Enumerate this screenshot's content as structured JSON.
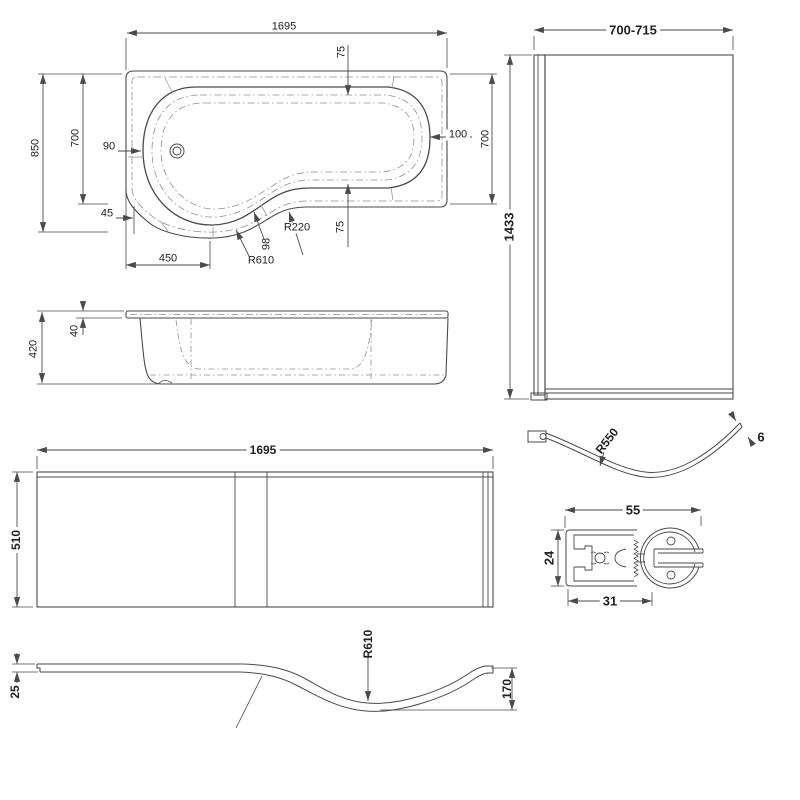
{
  "colors": {
    "background": "#ffffff",
    "object_line": "#4a4a4a",
    "dimension_line": "#555555",
    "centerline": "#909090",
    "text": "#222222"
  },
  "views": {
    "bath_plan": {
      "length": "1695",
      "rim_top": "75",
      "overall_width": "850",
      "inner_width_left": "700",
      "drain_offset": "90",
      "rim_right": "100",
      "inner_width_right": "700",
      "ledge": "45",
      "seat_width": "450",
      "radius_large": "R610",
      "edge_width": "98",
      "radius_small": "R220",
      "rim_bottom": "75"
    },
    "screen_front": {
      "width": "700-715",
      "height": "1433"
    },
    "bath_side": {
      "rim_drop": "40",
      "height": "420"
    },
    "screen_plan": {
      "radius": "R550",
      "glass_thickness": "6"
    },
    "frame_profile": {
      "width": "55",
      "depth": "24",
      "inner_width": "31"
    },
    "panel_front": {
      "length": "1695",
      "height": "510"
    },
    "panel_plan": {
      "thickness": "25",
      "radius": "R610",
      "curve_depth": "170"
    }
  }
}
